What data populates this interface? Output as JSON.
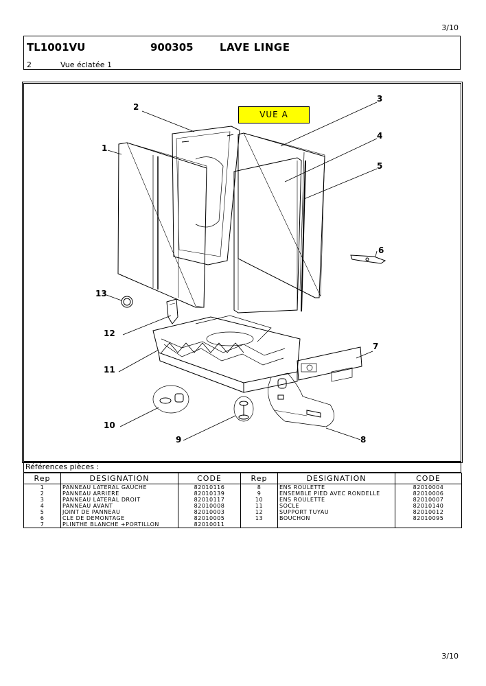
{
  "page": {
    "number_top": "3/10",
    "number_bottom": "3/10"
  },
  "header": {
    "model": "TL1001VU",
    "reference": "900305",
    "title": "LAVE LINGE",
    "sheet_number": "2",
    "sheet_title": "Vue éclatée 1"
  },
  "diagram": {
    "view_label": "VUE A",
    "callouts": [
      "1",
      "2",
      "3",
      "4",
      "5",
      "6",
      "7",
      "8",
      "9",
      "10",
      "11",
      "12",
      "13"
    ]
  },
  "references": {
    "title": "Références pièces :",
    "columns": [
      "Rep",
      "DESIGNATION",
      "CODE",
      "Rep",
      "DESIGNATION",
      "CODE"
    ],
    "rows": [
      [
        "1",
        "PANNEAU LATERAL GAUCHE",
        "82010116",
        "8",
        "ENS ROULETTE",
        "82010004"
      ],
      [
        "2",
        "PANNEAU ARRIERE",
        "82010139",
        "9",
        "ENSEMBLE PIED AVEC RONDELLE",
        "82010006"
      ],
      [
        "3",
        "PANNEAU LATERAL DROIT",
        "82010117",
        "10",
        "ENS ROULETTE",
        "82010007"
      ],
      [
        "4",
        "PANNEAU AVANT",
        "82010008",
        "11",
        "SOCLE",
        "82010140"
      ],
      [
        "5",
        "JOINT DE PANNEAU",
        "82010003",
        "12",
        "SUPPORT TUYAU",
        "82010012"
      ],
      [
        "6",
        "CLE DE DEMONTAGE",
        "82010005",
        "13",
        "BOUCHON",
        "82010095"
      ],
      [
        "7",
        "PLINTHE BLANCHE +PORTILLON",
        "82010011",
        "",
        "",
        ""
      ]
    ]
  }
}
